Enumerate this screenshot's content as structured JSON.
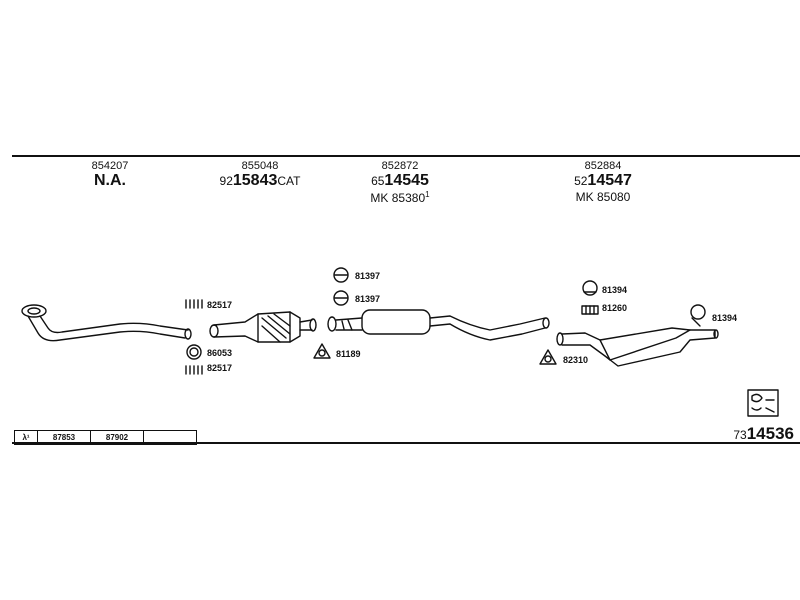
{
  "columns": [
    {
      "ref": "854207",
      "na": "N.A."
    },
    {
      "ref": "855048",
      "code_prefix": "92",
      "code_main": "15843",
      "code_suffix": "CAT"
    },
    {
      "ref": "852872",
      "code_prefix": "65",
      "code_main": "14545",
      "mk": "MK  85380",
      "mk_sup": "1"
    },
    {
      "ref": "852884",
      "code_prefix": "52",
      "code_main": "14547",
      "mk": "MK  85080"
    }
  ],
  "part_labels": {
    "p82517a": "82517",
    "p86053": "86053",
    "p82517b": "82517",
    "p81397a": "81397",
    "p81397b": "81397",
    "p81189": "81189",
    "p81394a": "81394",
    "p81260": "81260",
    "p82310": "82310",
    "p81394b": "81394"
  },
  "bottom_table": {
    "lambda": "λ¹",
    "cells": [
      "87853",
      "87902",
      ""
    ]
  },
  "final_code": {
    "prefix": "73",
    "main": "14536"
  },
  "colors": {
    "ink": "#111111",
    "background": "#ffffff"
  }
}
